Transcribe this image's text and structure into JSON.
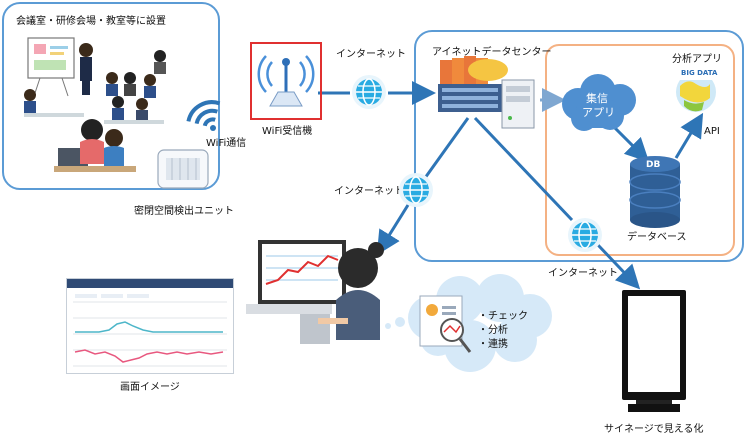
{
  "labels": {
    "rooms": "会議室・研修会場・教室等に設置",
    "wifi_comm": "WiFi通信",
    "unit": "密閉空間検出ユニット",
    "receiver": "WiFi受信機",
    "internet_top": "インターネット",
    "datacenter": "アイネットデータセンター",
    "collect_app_line1": "集信",
    "collect_app_line2": "アプリ",
    "analysis_app": "分析アプリ",
    "big_data": "BIG DATA",
    "api": "API",
    "db": "DB",
    "database": "データベース",
    "internet_left": "インターネット",
    "internet_right": "インターネット",
    "bubble_items": [
      "・チェック",
      "・分析",
      "・連携"
    ],
    "screen_image": "画面イメージ",
    "signage": "サイネージで見える化"
  },
  "colors": {
    "outline_blue": "#5b9bd5",
    "dc_inner_orange": "#f4b183",
    "arrow_blue": "#2e75b6",
    "receiver_border": "#e03030",
    "globe": "#29abe2",
    "cloud": "#4f8fd0",
    "db": "#2f5f96"
  }
}
